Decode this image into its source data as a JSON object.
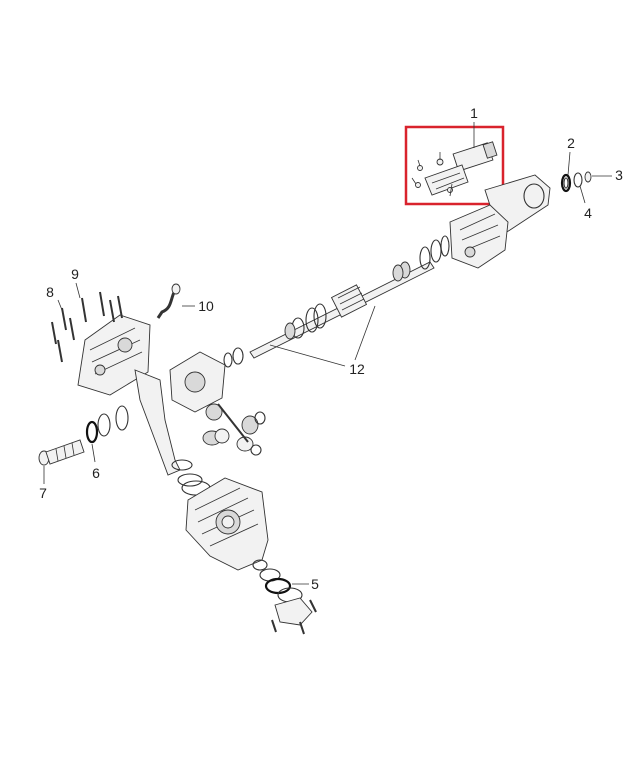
{
  "diagram": {
    "callouts": [
      {
        "id": "1",
        "label": "1"
      },
      {
        "id": "2",
        "label": "2"
      },
      {
        "id": "3",
        "label": "3"
      },
      {
        "id": "4",
        "label": "4"
      },
      {
        "id": "5",
        "label": "5"
      },
      {
        "id": "6",
        "label": "6"
      },
      {
        "id": "7",
        "label": "7"
      },
      {
        "id": "8",
        "label": "8"
      },
      {
        "id": "9",
        "label": "9"
      },
      {
        "id": "10",
        "label": "10"
      },
      {
        "id": "12",
        "label": "12"
      }
    ],
    "highlight_color": "#d9232d"
  }
}
